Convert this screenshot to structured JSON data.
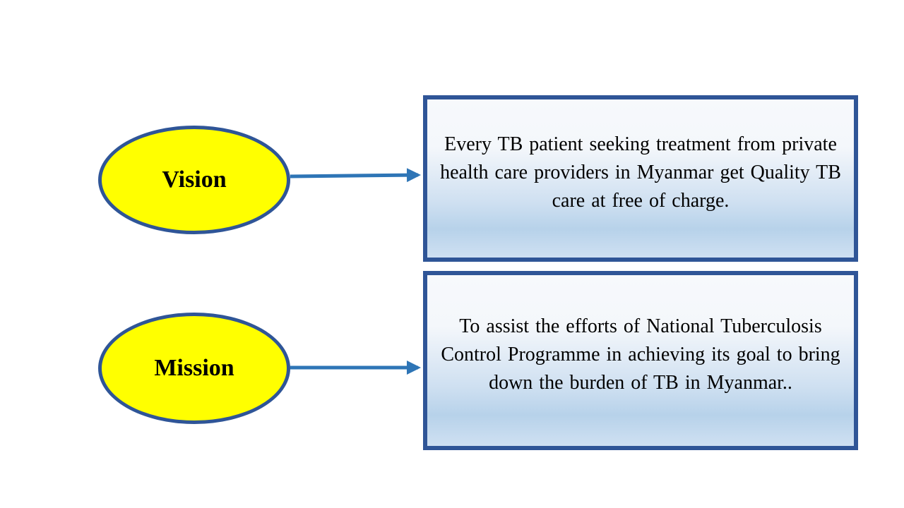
{
  "vision": {
    "label": "Vision",
    "text": "Every TB patient seeking treatment from private health care providers in Myanmar get Quality TB care at free of charge."
  },
  "mission": {
    "label": "Mission",
    "text": "To assist the efforts of National Tuberculosis Control Programme in achieving its goal to bring down the burden of TB in Myanmar.."
  },
  "colors": {
    "ellipse_fill": "#ffff00",
    "border": "#2f5597",
    "arrow": "#2e75b6",
    "box_gradient_bottom": "#b7d2ea"
  }
}
